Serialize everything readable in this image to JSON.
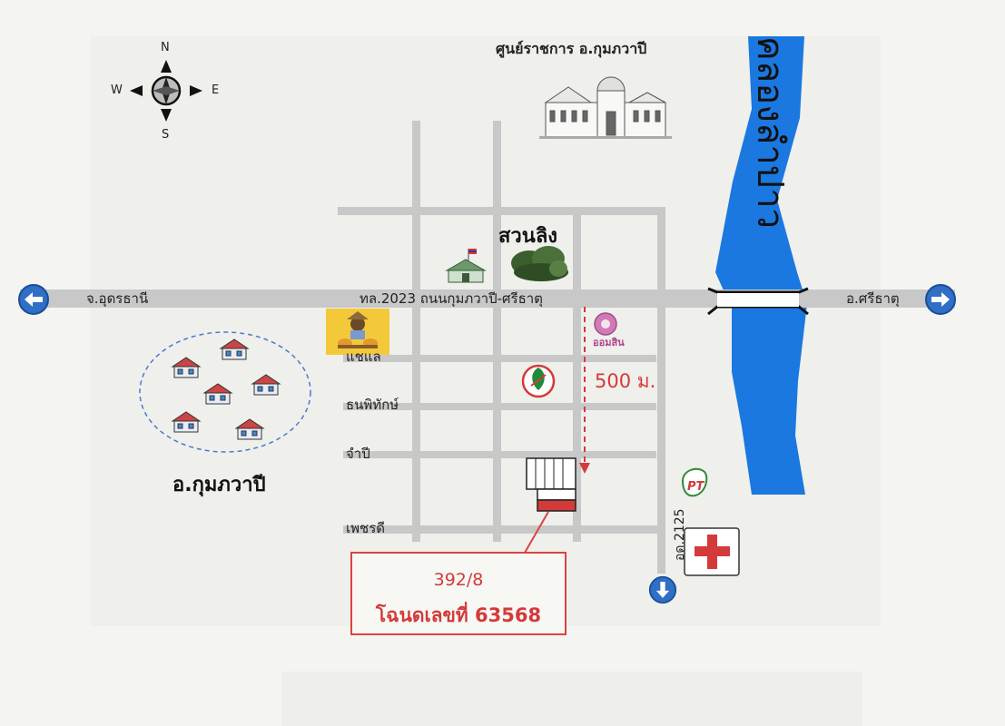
{
  "compass": {
    "n": "N",
    "s": "S",
    "e": "E",
    "w": "W"
  },
  "places": {
    "gov_center": "ศูนย์ราชการ อ.กุมภวาปี",
    "park": "สวนลิง",
    "district": "อ.กุมภวาปี"
  },
  "river": {
    "name": "คลองลำปาว"
  },
  "roads": {
    "main_highway": "ทล.2023 ถนนกุมภวาปี-ศรีธาตุ",
    "west_destination": "จ.อุดรธานี",
    "east_destination": "อ.ศรีธาตุ",
    "street_1": "แชแล",
    "street_2": "ธนพิทักษ์",
    "street_3": "จำปี",
    "street_4": "เพชรดี",
    "side_road": "อด.2125"
  },
  "distance": {
    "label": "500 ม."
  },
  "plot": {
    "number": "392/8",
    "deed": "โฉนดเลขที่ 63568"
  },
  "landmarks": {
    "bank_name": "ออมสิน"
  },
  "colors": {
    "road": "#c8c8c8",
    "river": "#1a78e0",
    "accent_red": "#d33a3a",
    "arrow_blue": "#2f6fc4"
  }
}
